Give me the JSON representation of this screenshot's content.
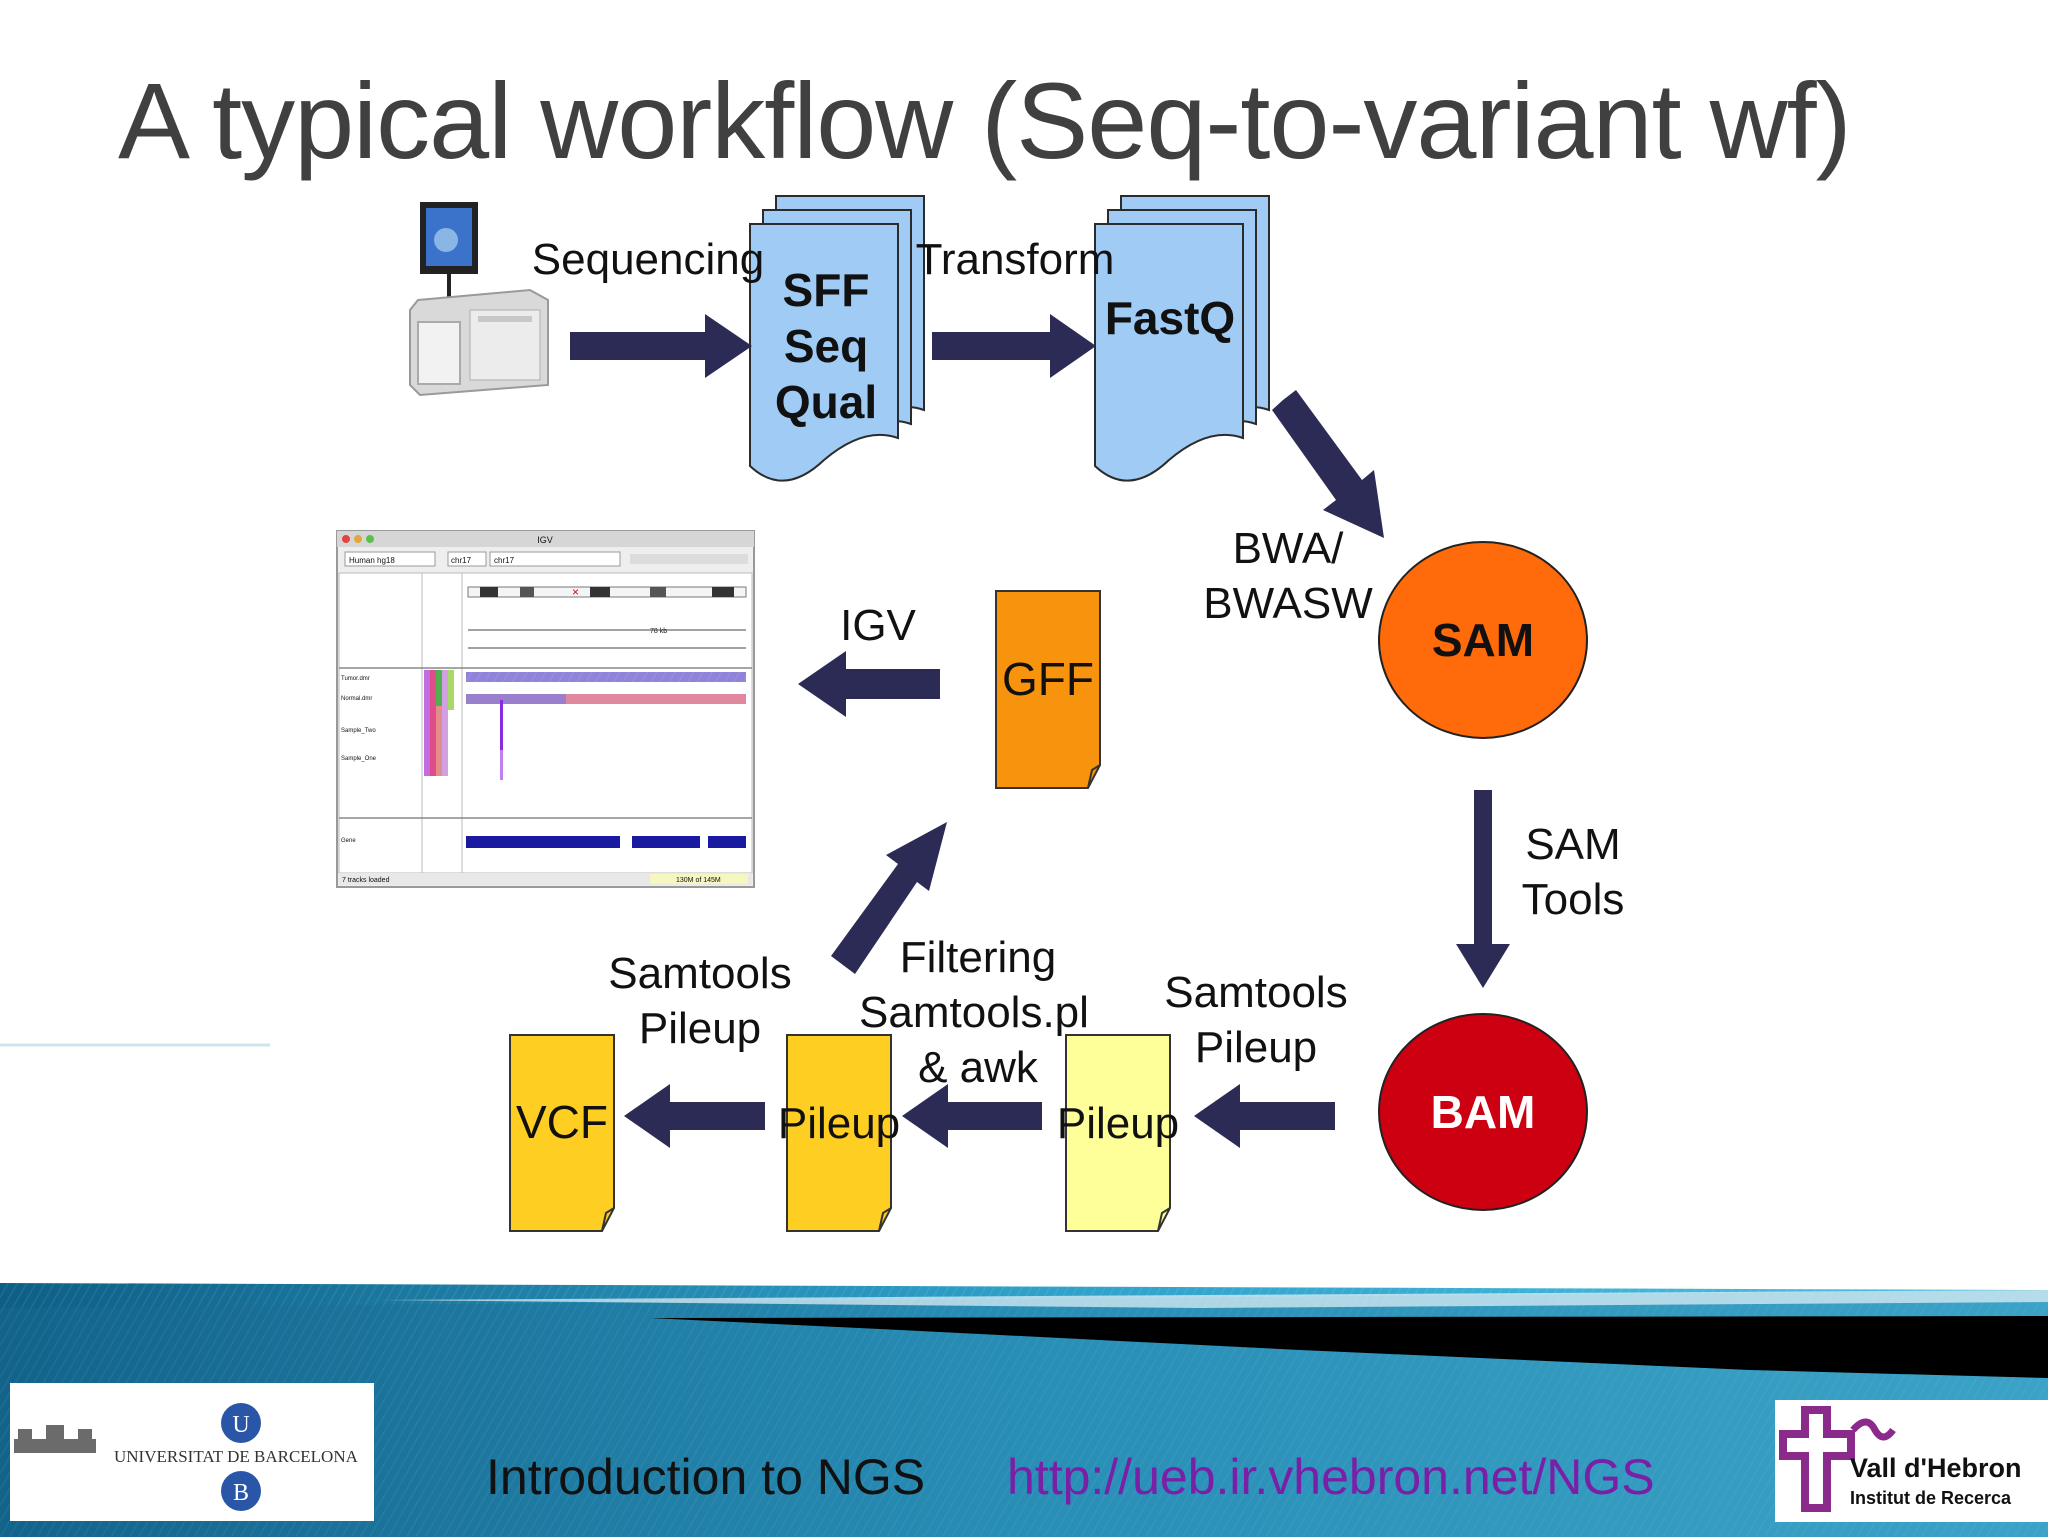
{
  "slide": {
    "title": "A typical workflow (Seq-to-variant wf)"
  },
  "diagram": {
    "nodes": {
      "sff": {
        "lines": [
          "SFF",
          "Seq",
          "Qual"
        ],
        "color": "#9fcbf5"
      },
      "fastq": {
        "label": "FastQ",
        "color": "#9fcbf5"
      },
      "sam": {
        "label": "SAM",
        "color": "#ff6a0a"
      },
      "bam": {
        "label": "BAM",
        "color": "#cc0010"
      },
      "gff": {
        "label": "GFF",
        "color": "#f7930c"
      },
      "vcf": {
        "label": "VCF",
        "color": "#ffce23"
      },
      "pileup_mid": {
        "label": "Pileup",
        "color": "#ffce23"
      },
      "pileup_right": {
        "label": "Pileup",
        "color": "#ffff99"
      }
    },
    "edges": {
      "sequencing": "Sequencing",
      "transform": "Transform",
      "bwa": [
        "BWA/",
        "BWASW"
      ],
      "samtools_tools": [
        "SAM",
        "Tools"
      ],
      "samtools_pileup_right": [
        "Samtools",
        "Pileup"
      ],
      "filtering": [
        "Filtering",
        "Samtools.pl",
        "& awk"
      ],
      "samtools_pileup_left": [
        "Samtools",
        "Pileup"
      ],
      "igv": "IGV"
    },
    "arrow_color": "#2b2b55"
  },
  "igv_window": {
    "title": "IGV",
    "genome": "Human hg18",
    "chromosome": "chr17",
    "locus": "chr17",
    "scale": "78 kb",
    "tracks": [
      "Tumor.dmr",
      "Normal.dmr",
      "Sample_Two",
      "Sample_One"
    ],
    "gene_track": "Gene",
    "status": "7 tracks loaded",
    "memory": "130M of 145M"
  },
  "footer": {
    "course": "Introduction to NGS",
    "url": "http://ueb.ir.vhebron.net/NGS",
    "logo_left": "UNIVERSITAT DE BARCELONA",
    "logo_right_1": "Vall d'Hebron",
    "logo_right_2": "Institut de Recerca"
  }
}
